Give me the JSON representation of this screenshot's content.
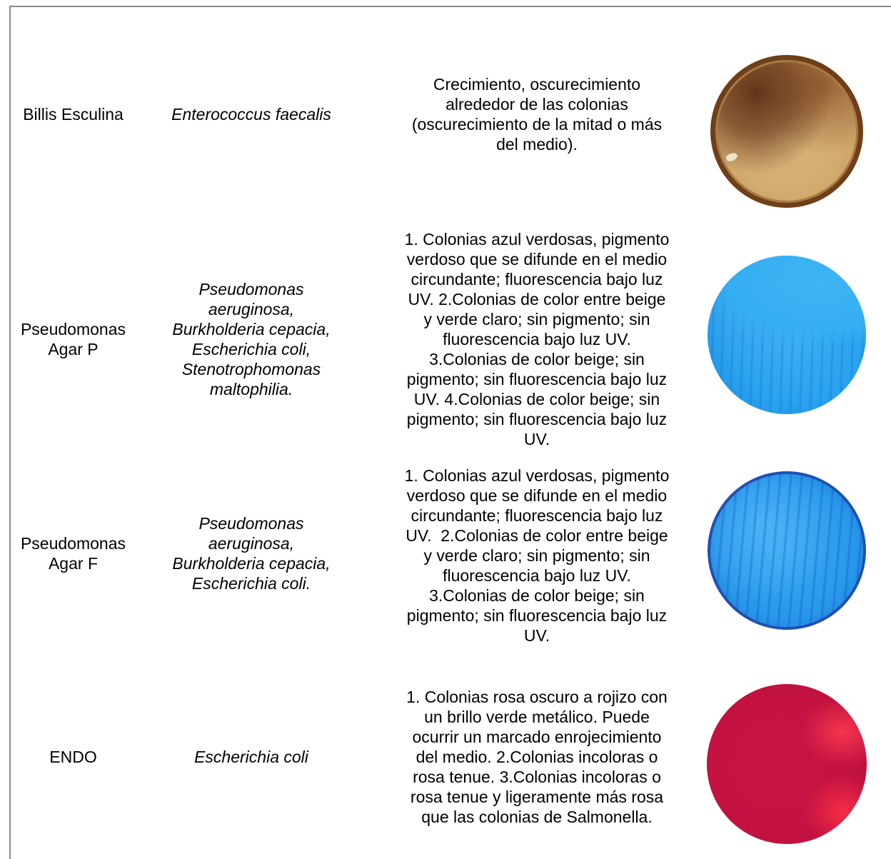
{
  "rows": [
    {
      "medium": [
        "Billis Esculina"
      ],
      "organisms": [
        "Enterococcus faecalis"
      ],
      "description": [
        "Crecimiento, oscurecimiento",
        "alrededor de las colonias",
        "(oscurecimiento de la mitad o más",
        "del medio)."
      ],
      "plate_icon": "petri-dish-brown"
    },
    {
      "medium": [
        "Pseudomonas",
        "Agar P"
      ],
      "organisms": [
        "Pseudomonas",
        "aeruginosa,",
        "Burkholderia cepacia,",
        "Escherichia coli,",
        "Stenotrophomonas",
        "maltophilia."
      ],
      "description": [
        "1. Colonias azul verdosas, pigmento",
        "verdoso que se difunde en el medio",
        "circundante; fluorescencia bajo luz",
        "UV. 2.Colonias de color entre beige",
        "y verde claro; sin pigmento; sin",
        "fluorescencia bajo luz UV.",
        "3.Colonias de color beige; sin",
        "pigmento; sin fluorescencia bajo luz",
        "UV. 4.Colonias de color beige; sin",
        "pigmento; sin fluorescencia bajo luz",
        "UV."
      ],
      "plate_icon": "petri-dish-blue"
    },
    {
      "medium": [
        "Pseudomonas",
        "Agar F"
      ],
      "organisms": [
        "Pseudomonas",
        "aeruginosa,",
        "Burkholderia cepacia,",
        "Escherichia coli."
      ],
      "description": [
        "1. Colonias azul verdosas, pigmento",
        "verdoso que se difunde en el medio",
        "circundante; fluorescencia bajo luz",
        "UV.  2.Colonias de color entre beige",
        "y verde claro; sin pigmento; sin",
        "fluorescencia bajo luz UV.",
        "3.Colonias de color beige; sin",
        "pigmento; sin fluorescencia bajo luz",
        "UV."
      ],
      "plate_icon": "petri-dish-blue"
    },
    {
      "medium": [
        "ENDO"
      ],
      "organisms": [
        "Escherichia coli"
      ],
      "description": [
        "1. Colonias rosa oscuro a rojizo con",
        "un brillo verde metálico. Puede",
        "ocurrir un marcado enrojecimiento",
        "del medio. 2.Colonias incoloras o",
        "rosa tenue. 3.Colonias incoloras o",
        "rosa tenue y ligeramente más rosa",
        "que las colonias de Salmonella."
      ],
      "plate_icon": "petri-dish-red"
    }
  ],
  "colors": {
    "border": "#8a8a8a",
    "text": "#000000"
  }
}
